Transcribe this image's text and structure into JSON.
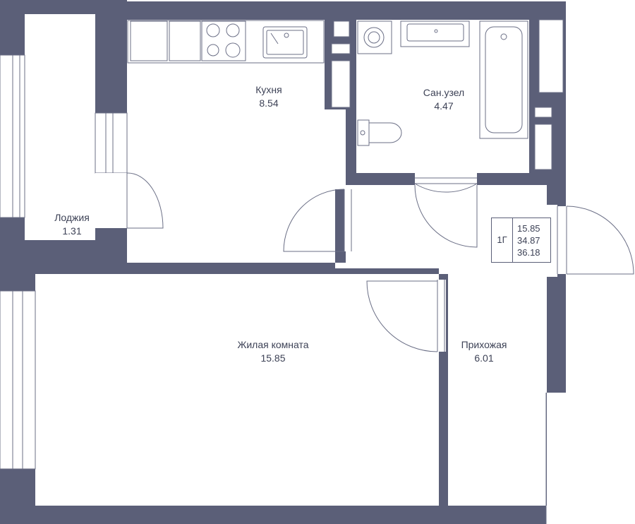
{
  "colors": {
    "wall": "#5b5f78",
    "line": "#6b6f86",
    "text": "#3d4256"
  },
  "rooms": {
    "loggia": {
      "name": "Лоджия",
      "area": "1.31"
    },
    "kitchen": {
      "name": "Кухня",
      "area": "8.54"
    },
    "bathroom": {
      "name": "Сан.узел",
      "area": "4.47"
    },
    "living": {
      "name": "Жилая комната",
      "area": "15.85"
    },
    "hallway": {
      "name": "Прихожая",
      "area": "6.01"
    }
  },
  "summary": {
    "type": "1Г",
    "living_area": "15.85",
    "total_area": "34.87",
    "total_with_loggia": "36.18"
  }
}
